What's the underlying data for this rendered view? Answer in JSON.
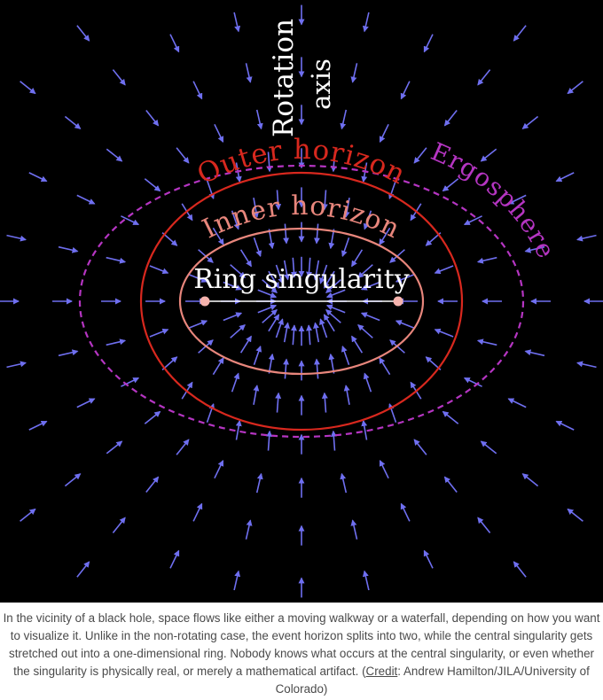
{
  "labels": {
    "rotation_axis_line1": "Rotation",
    "rotation_axis_line2": "axis",
    "outer_horizon": "Outer horizon",
    "inner_horizon": "Inner horizon",
    "ergosphere": "Ergosphere",
    "ring_singularity": "Ring singularity"
  },
  "caption": {
    "text": "In the vicinity of a black hole, space flows like either a moving walkway or a waterfall, depending on how you want to visualize it. Unlike in the non-rotating case, the event horizon splits into two, while the central singularity gets stretched out into a one-dimensional ring. Nobody knows what occurs at the central singularity, or even whether the singularity is physically real, or merely a mathematical artifact. (",
    "credit_link": "Credit",
    "credit_rest": ": Andrew Hamilton/JILA/University of Colorado)"
  },
  "colors": {
    "background": "#000000",
    "arrow": "#6f6ff0",
    "outer_horizon": "#d8281e",
    "inner_horizon": "#e8867c",
    "ergosphere": "#b535c2",
    "singularity": "#ffffff",
    "singularity_endpoints": "#f5b3ad"
  }
}
